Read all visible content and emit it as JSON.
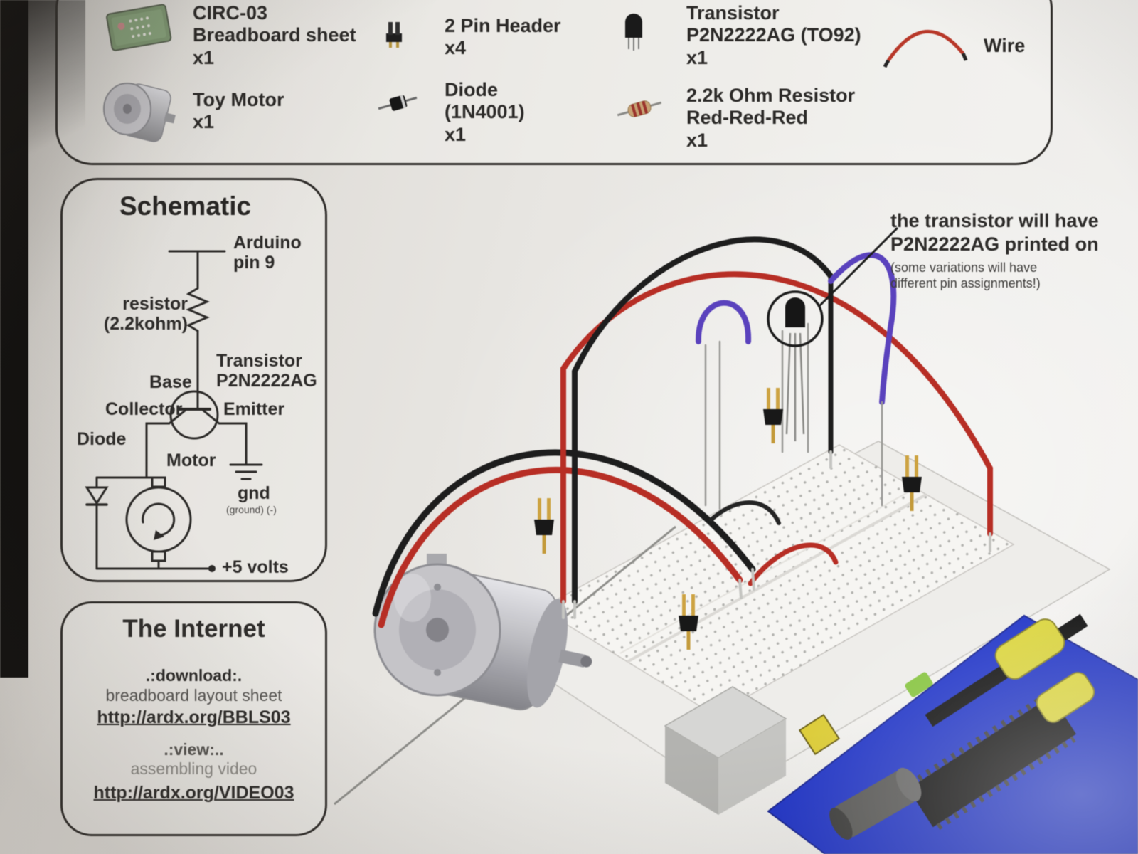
{
  "colors": {
    "wire_red": "#c22a20",
    "wire_black": "#1b1b1b",
    "wire_purple": "#5a40c8",
    "arduino_blue": "#2036d6",
    "header_gold": "#d2a438"
  },
  "parts_panel": {
    "items": [
      {
        "name": "CIRC-03\nBreadboard sheet",
        "qty": "x1",
        "icon": "breadboard-sheet-icon"
      },
      {
        "name": "2 Pin Header",
        "qty": "x4",
        "icon": "pin-header-icon"
      },
      {
        "name": "Transistor\nP2N2222AG  (TO92)",
        "qty": "x1",
        "icon": "transistor-icon"
      },
      {
        "name": "Wire",
        "qty": "",
        "icon": "wire-icon"
      },
      {
        "name": "Toy Motor",
        "qty": "x1",
        "icon": "toy-motor-icon"
      },
      {
        "name": "Diode\n(1N4001)",
        "qty": "x1",
        "icon": "diode-icon"
      },
      {
        "name": "2.2k Ohm Resistor\nRed-Red-Red",
        "qty": "x1",
        "icon": "resistor-icon"
      }
    ]
  },
  "schematic": {
    "title": "Schematic",
    "labels": {
      "arduino_pin": "Arduino\npin 9",
      "resistor": "resistor\n(2.2kohm)",
      "transistor": "Transistor\nP2N2222AG",
      "base": "Base",
      "collector": "Collector",
      "emitter": "Emitter",
      "diode": "Diode",
      "motor": "Motor",
      "gnd": "gnd",
      "gnd_note": "(ground) (-)",
      "plus5": "+5 volts"
    }
  },
  "internet": {
    "title": "The Internet",
    "download_label": ".:download:.",
    "download_desc": "breadboard layout sheet",
    "download_url": "http://ardx.org/BBLS03",
    "view_label": ".:view:..",
    "view_desc": "assembling video",
    "view_url": "http://ardx.org/VIDEO03"
  },
  "annotation": {
    "text": "the transistor will have\nP2N2222AG  printed on",
    "note": "(some variations will have\ndifferent pin assignments!)"
  }
}
